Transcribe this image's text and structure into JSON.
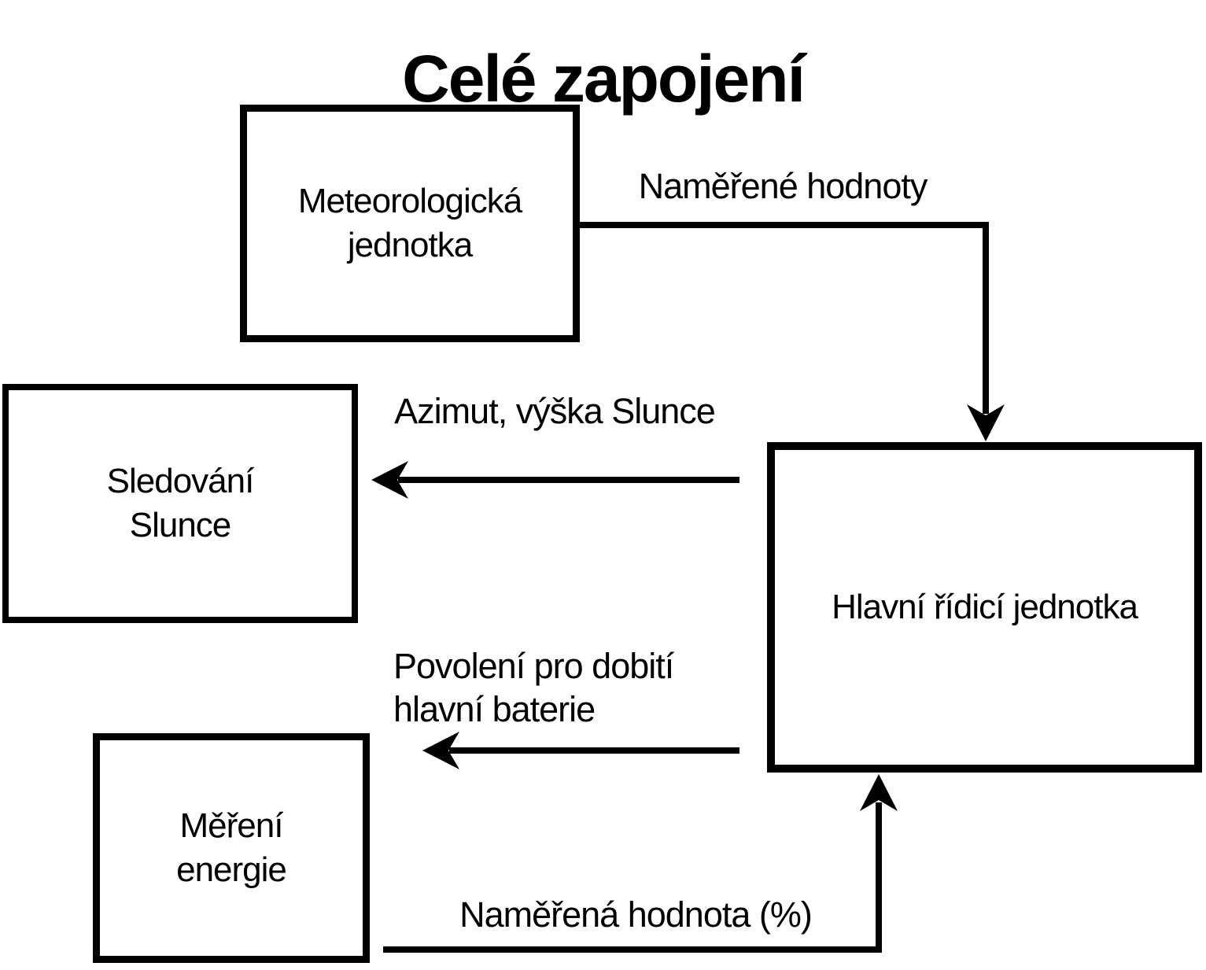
{
  "title": "Celé zapojení",
  "nodes": {
    "meteo": {
      "line1": "Meteorologická",
      "line2": "jednotka"
    },
    "sun_tracking": {
      "line1": "Sledování",
      "line2": "Slunce"
    },
    "energy": {
      "line1": "Měření",
      "line2": "energie"
    },
    "main_control": {
      "label": "Hlavní řídicí jednotka"
    }
  },
  "edges": {
    "measured_values": {
      "label": "Naměřené hodnoty",
      "from": "meteo",
      "to": "main_control"
    },
    "sun_position": {
      "label": "Azimut, výška Slunce",
      "from": "main_control",
      "to": "sun_tracking"
    },
    "charge_permission": {
      "line1": "Povolení pro dobití",
      "line2": "hlavní baterie",
      "from": "main_control"
    },
    "measured_percent": {
      "label": "Naměřená hodnota (%)",
      "from": "energy",
      "to": "main_control"
    }
  },
  "colors": {
    "line": "#000000",
    "background": "#ffffff",
    "text": "#000000"
  }
}
